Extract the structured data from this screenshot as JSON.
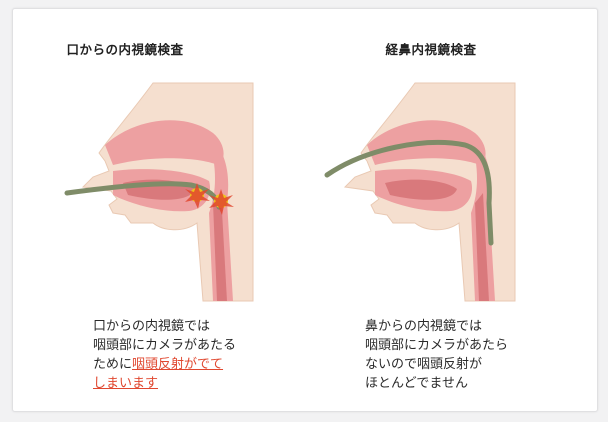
{
  "left_panel": {
    "title": "口からの内視鏡検査",
    "caption": {
      "line1": "口からの内視鏡では",
      "line2": "咽頭部にカメラがあたる",
      "line3_prefix": "ために",
      "line3_highlight": "咽頭反射がでて",
      "line4_highlight": "しまいます"
    }
  },
  "right_panel": {
    "title": "経鼻内視鏡検査",
    "caption": {
      "line1": "鼻からの内視鏡では",
      "line2": "咽頭部にカメラがあたら",
      "line3": "ないので咽頭反射が",
      "line4": "ほとんどでません"
    }
  },
  "colors": {
    "skin": "#f5dfcf",
    "tissue": "#eda0a1",
    "tissue_dark": "#d9797c",
    "scope": "#7f8c68",
    "highlight": "#e0472f",
    "burst": "#f0c419"
  }
}
